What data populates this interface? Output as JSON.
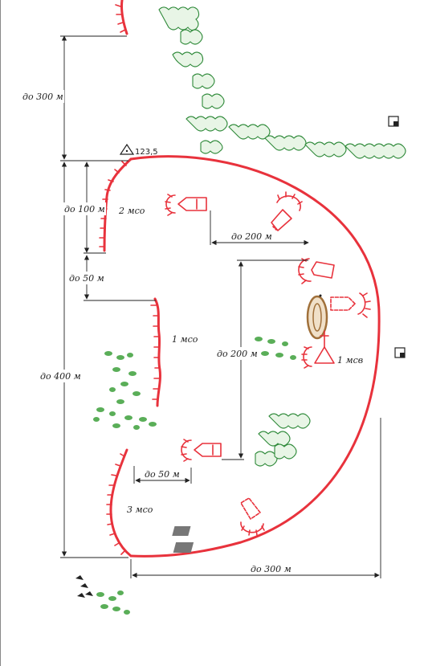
{
  "labels": {
    "d300_top": "до 300 м",
    "height_mark": "123,5",
    "d100": "до 100 м",
    "squad2": "2 мсо",
    "d200_h": "до 200 м",
    "d50_top": "до 50 м",
    "squad1": "1 мсо",
    "d200_v": "до 200 м",
    "d400": "до 400 м",
    "platoon1": "1 мсв",
    "d50_bottom": "до 50 м",
    "squad3": "3 мсо",
    "d300_bottom": "до 300 м"
  },
  "colors": {
    "position_line": "#e8323c",
    "vegetation": "#2f8a3a",
    "dimension": "#222222",
    "shelter": "#a0703a"
  },
  "icons": {
    "height_marker": "triangle-icon",
    "platoon_commander": "flag-triangle-icon",
    "landmark": "square-marker-icon",
    "ruins": "hatched-block-icon"
  }
}
